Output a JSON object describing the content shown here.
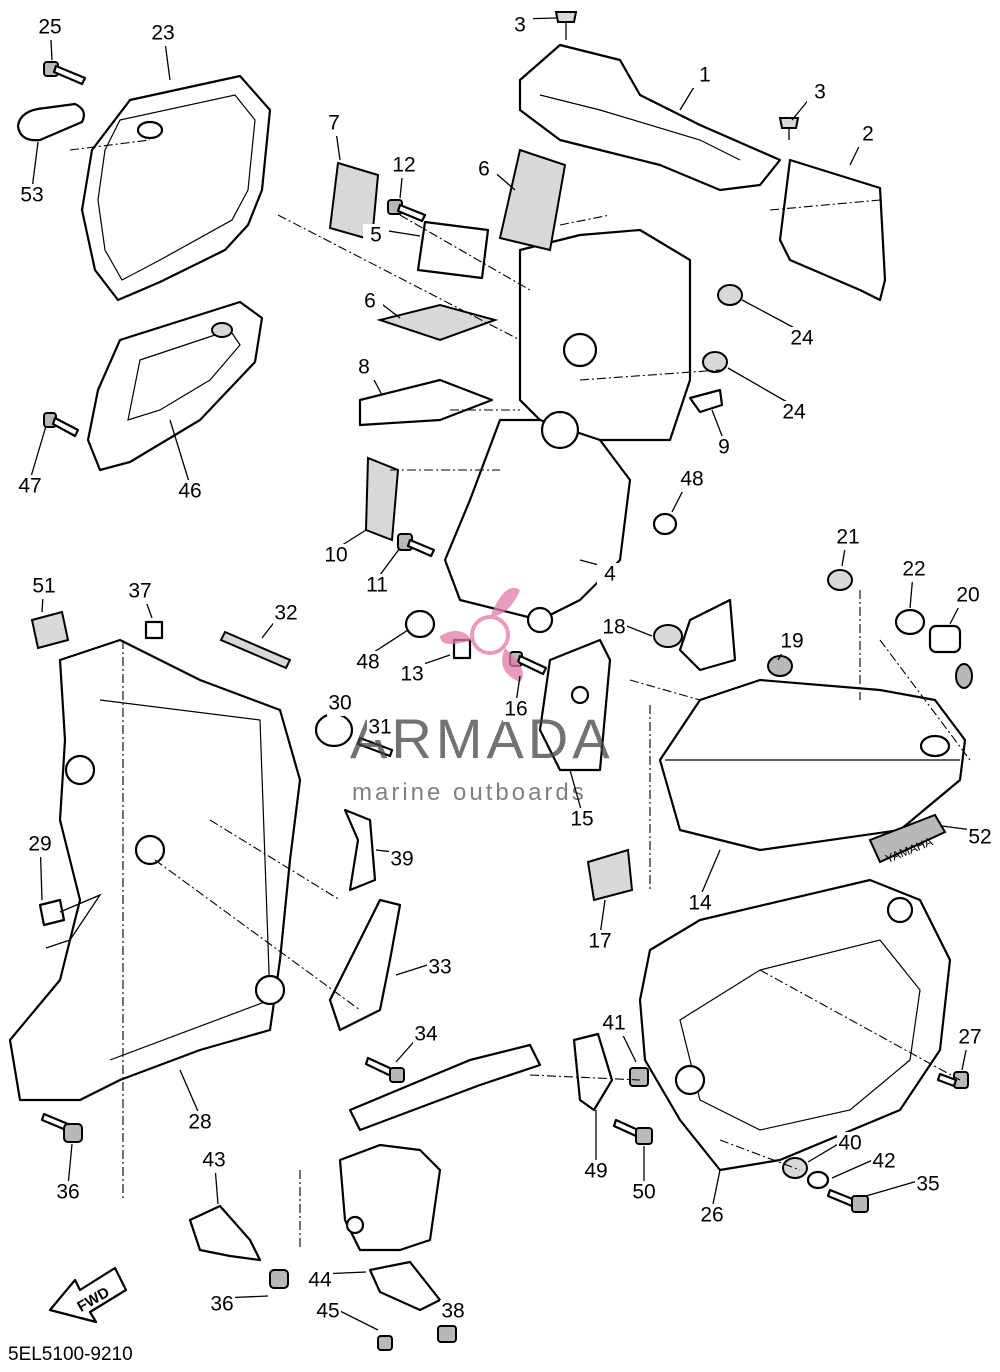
{
  "diagram_code": "5EL5100-9210",
  "fwd_label": "FWD",
  "yamaha_label": "YAMAHA",
  "watermark": {
    "brand": "ARMADA",
    "tagline": "marine outboards"
  },
  "callouts": [
    "1",
    "2",
    "3",
    "3",
    "4",
    "5",
    "6",
    "6",
    "7",
    "8",
    "9",
    "10",
    "11",
    "12",
    "13",
    "14",
    "15",
    "16",
    "17",
    "18",
    "19",
    "20",
    "21",
    "22",
    "23",
    "24",
    "24",
    "25",
    "26",
    "27",
    "28",
    "29",
    "30",
    "31",
    "32",
    "33",
    "34",
    "35",
    "36",
    "36",
    "37",
    "38",
    "39",
    "40",
    "41",
    "42",
    "43",
    "44",
    "45",
    "46",
    "47",
    "48",
    "48",
    "49",
    "50",
    "51",
    "52",
    "53"
  ],
  "colors": {
    "line": "#000000",
    "shade": "#d8d8d8",
    "watermark": "#e07aa8"
  }
}
